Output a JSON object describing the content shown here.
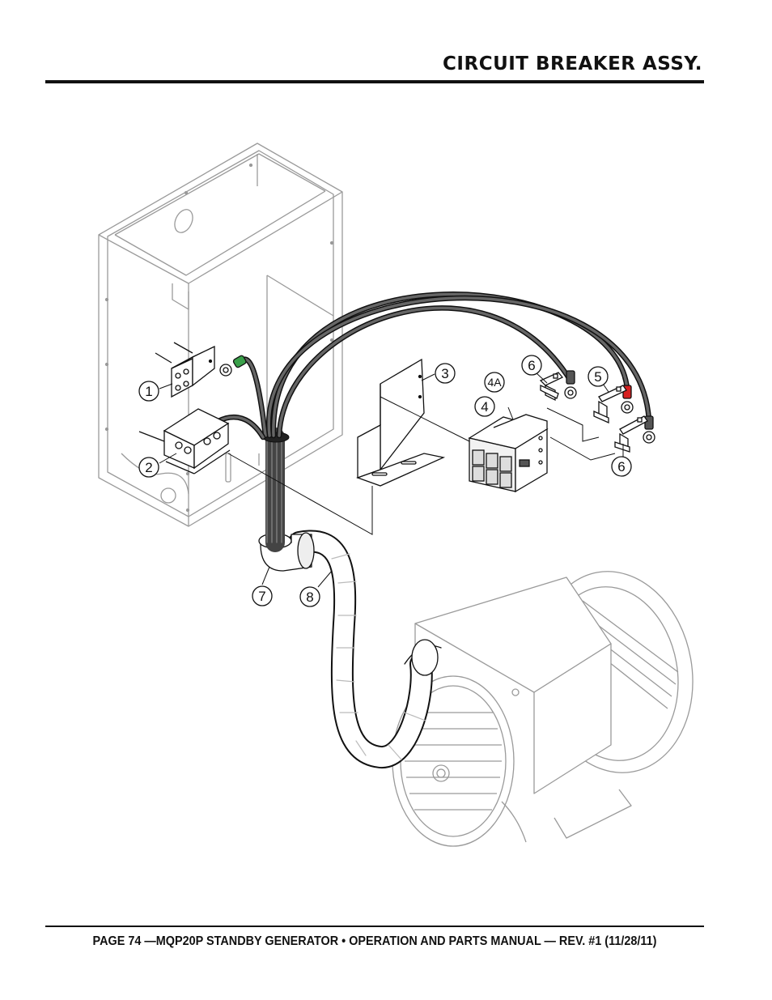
{
  "header": {
    "title": "CIRCUIT BREAKER ASSY."
  },
  "footer": {
    "text": "PAGE 74 —MQP20P STANDBY GENERATOR • OPERATION AND PARTS MANUAL — REV. #1 (11/28/11)"
  },
  "callouts": [
    {
      "label": "1"
    },
    {
      "label": "2"
    },
    {
      "label": "3"
    },
    {
      "label": "4A"
    },
    {
      "label": "4"
    },
    {
      "label": "5"
    },
    {
      "label": "6"
    },
    {
      "label": "6"
    },
    {
      "label": "7"
    },
    {
      "label": "8"
    }
  ],
  "colors": {
    "line": "#111111",
    "ghost": "#9a9a9a",
    "cable": "#555555",
    "ground_terminal": "#3aa04a",
    "hot_terminal": "#d62020"
  }
}
